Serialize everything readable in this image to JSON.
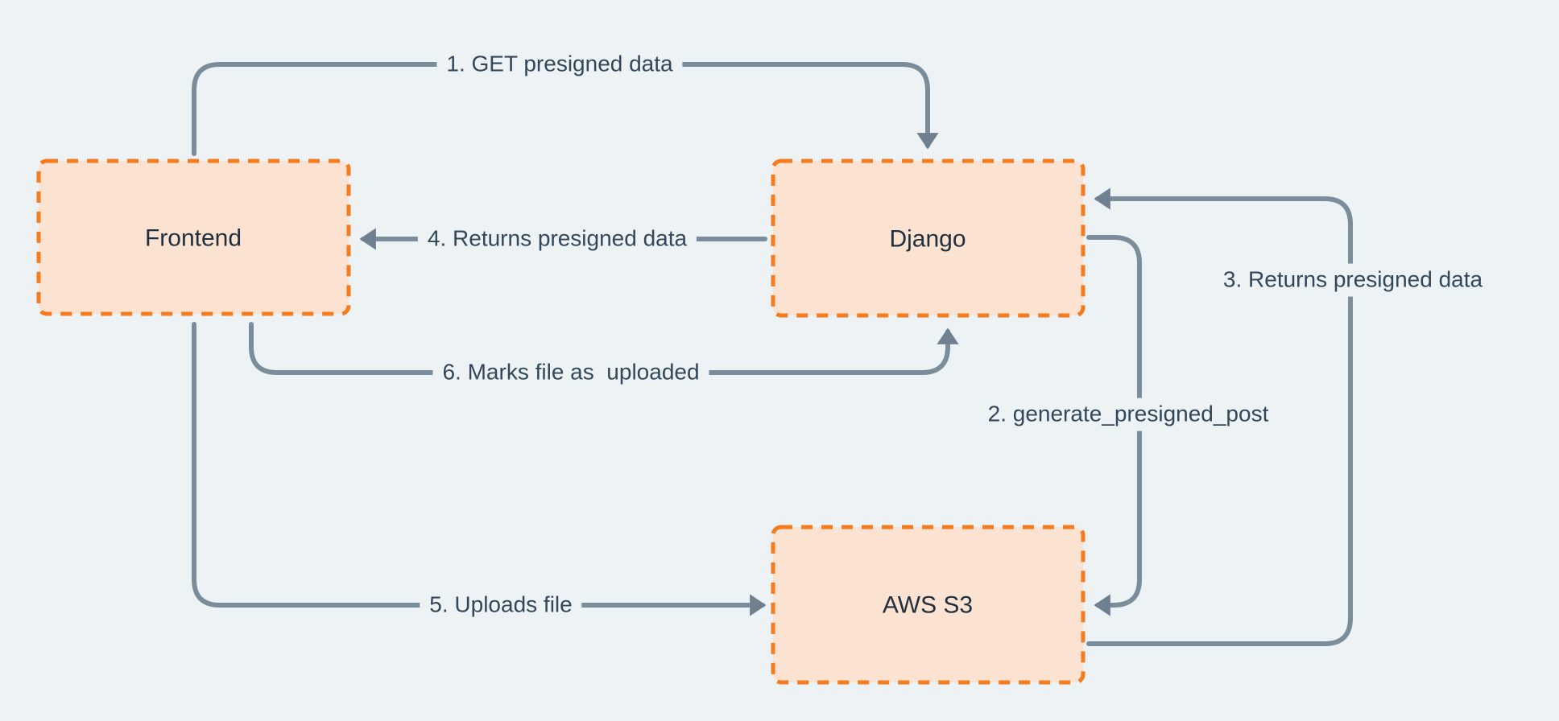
{
  "nodes": [
    {
      "label": "Frontend"
    },
    {
      "label": "Django"
    },
    {
      "label": "AWS S3"
    }
  ],
  "edges": [
    {
      "label": "1. GET presigned data",
      "from": "Frontend",
      "to": "Django"
    },
    {
      "label": "2. generate_presigned_post",
      "from": "Django",
      "to": "AWS S3"
    },
    {
      "label": "3. Returns presigned data",
      "from": "AWS S3",
      "to": "Django"
    },
    {
      "label": "4. Returns presigned data",
      "from": "Django",
      "to": "Frontend"
    },
    {
      "label": "5. Uploads file",
      "from": "Frontend",
      "to": "AWS S3"
    },
    {
      "label": "6. Marks file as  uploaded",
      "from": "Frontend",
      "to": "Django"
    }
  ],
  "colors": {
    "background": "#EDF2F5",
    "node_fill": "#FCE3D1",
    "node_border": "#F57B1F",
    "arrow_line": "#7B8C9A",
    "arrow_head": "#6F8090",
    "node_text": "#1F2F3D",
    "edge_label_text": "#33475A"
  }
}
